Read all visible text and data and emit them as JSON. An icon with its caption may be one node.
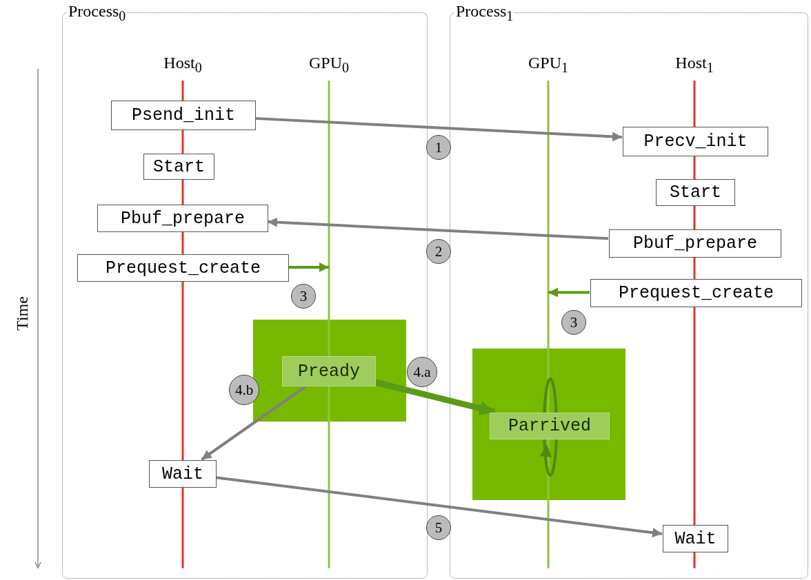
{
  "diagram": {
    "nodes": [
      {
        "text": [
          "Process$_{0}$"
        ]
      },
      {
        "text": [
          "Process$_{1}$"
        ]
      },
      {
        "text": [
          "Psend_init"
        ],
        "in": 0
      },
      {
        "text": [
          "Start"
        ],
        "in": 0
      },
      {
        "text": [
          "Pbuf_prepare"
        ],
        "in": 0
      },
      {
        "text": [
          "Prequest_create"
        ],
        "in": 0
      },
      {
        "text": [],
        "shape": "box",
        "in": 0
      },
      {
        "text": [
          "Pready"
        ],
        "in": 6
      },
      {
        "text": [
          "Wait"
        ],
        "in": 0
      },
      {
        "text": [
          "Precv_init"
        ],
        "in": 1
      },
      {
        "text": [
          "Start"
        ],
        "in": 1
      },
      {
        "text": [
          "Pbuf_prepare"
        ],
        "in": 1
      },
      {
        "text": [
          "Prequest_create"
        ],
        "in": 1
      },
      {
        "text": [],
        "shape": "box",
        "in": 1
      },
      {
        "text": [
          "Parrived"
        ],
        "in": 13
      },
      {
        "text": [
          "Wait"
        ],
        "in": 1
      }
    ],
    "edges": [
      {
        "from": 2,
        "to": 9,
        "arrow": "to"
      },
      {
        "from": 11,
        "to": 4,
        "arrow": "to"
      },
      {
        "from": 5,
        "to": null,
        "arrow": "to",
        "color": "#5b9a16"
      },
      {
        "from": 12,
        "to": null,
        "arrow": "to",
        "color": "#5b9a16"
      },
      {
        "from": 7,
        "to": 14,
        "arrow": "to",
        "style": "thick",
        "color": "#5b9a16"
      },
      {
        "from": 7,
        "to": 8,
        "arrow": "to"
      },
      {
        "from": 8,
        "to": 15,
        "arrow": "to"
      }
    ],
    "labels": [
      "Host$_{0}$",
      "GPU$_{0}$",
      "GPU$_{1}$",
      "Host$_{1}$",
      "1",
      "2",
      "3",
      "3",
      "Time",
      "4.a",
      "4.b",
      "5"
    ]
  }
}
